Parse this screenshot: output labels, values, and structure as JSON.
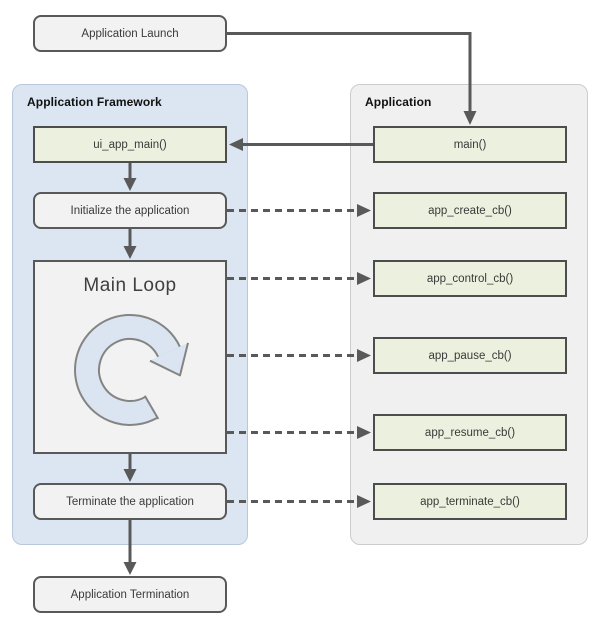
{
  "panels": {
    "framework": "Application Framework",
    "application": "Application"
  },
  "nodes": {
    "app_launch": "Application Launch",
    "ui_app_main": "ui_app_main()",
    "initialize": "Initialize the application",
    "main_loop": "Main Loop",
    "terminate": "Terminate the application",
    "app_termination": "Application Termination",
    "main": "main()",
    "app_create": "app_create_cb()",
    "app_control": "app_control_cb()",
    "app_pause": "app_pause_cb()",
    "app_resume": "app_resume_cb()",
    "app_terminate": "app_terminate_cb()"
  },
  "icons": {
    "main_loop_icon": "circular-clockwise-loop-arrow"
  },
  "edges": [
    {
      "from": "app_launch",
      "to": "main",
      "style": "solid"
    },
    {
      "from": "main",
      "to": "ui_app_main",
      "style": "solid"
    },
    {
      "from": "ui_app_main",
      "to": "initialize",
      "style": "solid"
    },
    {
      "from": "initialize",
      "to": "main_loop",
      "style": "solid"
    },
    {
      "from": "main_loop",
      "to": "terminate",
      "style": "solid"
    },
    {
      "from": "terminate",
      "to": "app_termination",
      "style": "solid"
    },
    {
      "from": "initialize",
      "to": "app_create",
      "style": "dashed"
    },
    {
      "from": "main_loop",
      "to": "app_control",
      "style": "dashed"
    },
    {
      "from": "main_loop",
      "to": "app_pause",
      "style": "dashed"
    },
    {
      "from": "main_loop",
      "to": "app_resume",
      "style": "dashed"
    },
    {
      "from": "terminate",
      "to": "app_terminate",
      "style": "dashed"
    }
  ],
  "colors": {
    "framework_panel_fill": "#dce6f2",
    "application_panel_fill": "#f0f0f0",
    "process_box_fill": "#f2f2f2",
    "callback_box_fill": "#ebf1de",
    "box_border": "#595959",
    "arrow": "#595959",
    "loop_icon_fill": "#dbe5f1",
    "loop_icon_outline": "#848484"
  }
}
